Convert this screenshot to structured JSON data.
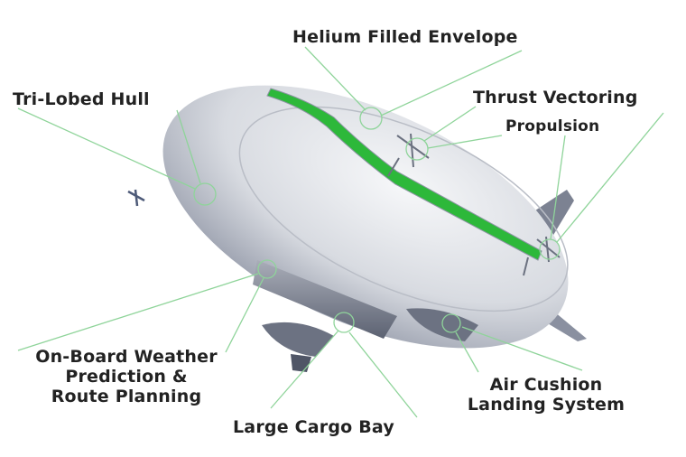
{
  "labels": {
    "helium": "Helium Filled Envelope",
    "thrust_line1": "Thrust Vectoring",
    "thrust_line2": "Propulsion",
    "hull": "Tri-Lobed Hull",
    "weather_line1": "On-Board Weather",
    "weather_line2": "Prediction &",
    "weather_line3": "Route Planning",
    "cargo": "Large Cargo Bay",
    "cushion_line1": "Air Cushion",
    "cushion_line2": "Landing System"
  },
  "colors": {
    "leader": "#8fd49a",
    "stripe": "#2db83a",
    "hull": "#d9dbe0",
    "text": "#222222"
  }
}
